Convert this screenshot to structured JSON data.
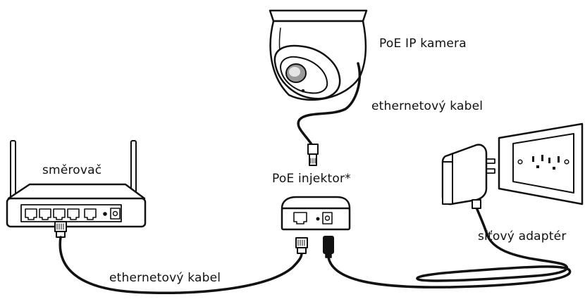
{
  "labels": {
    "camera": "PoE IP kamera",
    "camera_cable": "ethernetový kabel",
    "router": "směrovač",
    "injector": "PoE injektor*",
    "adapter": "síťový adaptér",
    "bottom_cable": "ethernetový kabel"
  },
  "colors": {
    "stroke": "#111111",
    "fill": "#ffffff",
    "lens_gray": "#9a9a9a",
    "lens_light": "#e6e6e6"
  }
}
